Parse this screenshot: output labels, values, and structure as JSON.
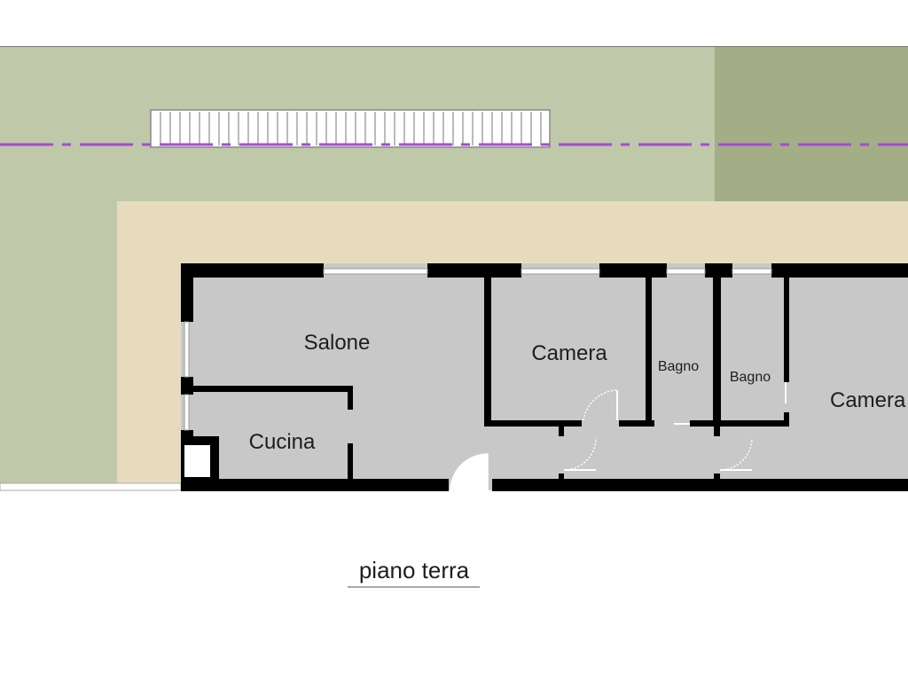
{
  "plan": {
    "caption": "piano terra",
    "rooms": [
      {
        "id": "salone",
        "label": "Salone"
      },
      {
        "id": "cucina",
        "label": "Cucina"
      },
      {
        "id": "camera1",
        "label": "Camera"
      },
      {
        "id": "bagno1",
        "label": "Bagno"
      },
      {
        "id": "bagno2",
        "label": "Bagno"
      },
      {
        "id": "camera2",
        "label": "Camera"
      }
    ]
  },
  "colors": {
    "garden": "#bfc8a8",
    "garden_dark": "#a3ad86",
    "terrace": "#e6dcbd",
    "floor": "#c8c8c8",
    "wall": "#000000",
    "boundary_line": "#a64bd6"
  }
}
